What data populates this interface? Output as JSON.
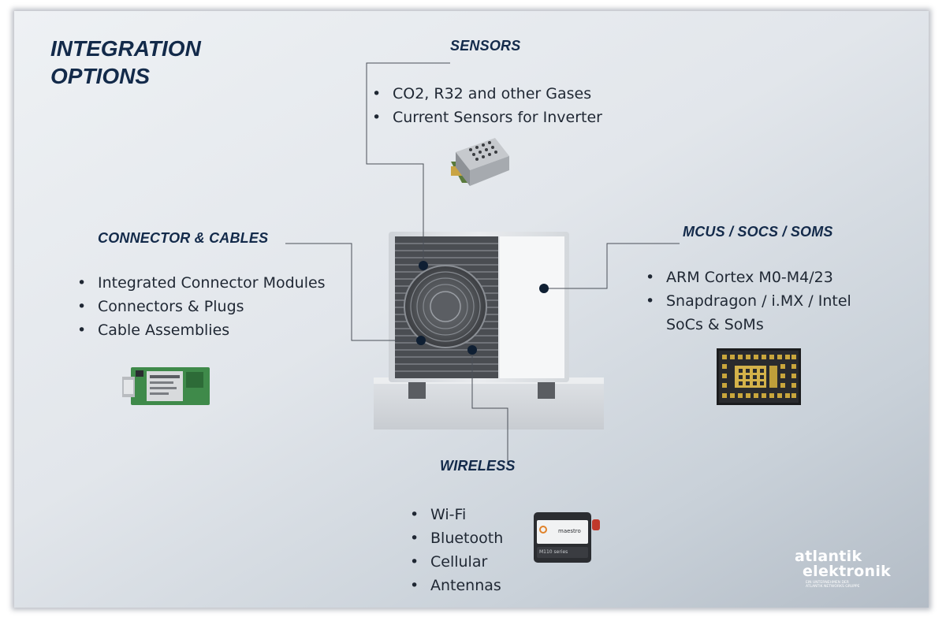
{
  "title": {
    "line1": "INTEGRATION",
    "line2": "OPTIONS"
  },
  "sensors": {
    "heading": "SENSORS",
    "items": [
      "CO2, R32 and other Gases",
      "Current Sensors for Inverter"
    ]
  },
  "connectors": {
    "heading": "CONNECTOR & CABLES",
    "items": [
      "Integrated Connector Modules",
      "Connectors & Plugs",
      "Cable Assemblies"
    ]
  },
  "mcus": {
    "heading": "MCUS / SOCS / SOMS",
    "items": [
      "ARM Cortex M0-M4/23",
      "Snapdragon / i.MX / Intel",
      "SoCs & SoMs"
    ]
  },
  "wireless": {
    "heading": "WIRELESS",
    "items": [
      "Wi-Fi",
      "Bluetooth",
      "Cellular",
      "Antennas"
    ]
  },
  "modem": {
    "brand": "maestro",
    "series": "M110 series"
  },
  "logo": {
    "line1": "atlantik",
    "line2": "elektronik",
    "sub1": "EIN UNTERNEHMEN DER",
    "sub2": "ATLANTIK NETWORKS GRUPPE"
  },
  "colors": {
    "dark_navy": "#132a4a",
    "callout_dot": "#0f1f33",
    "connector_line": "#4a4f58"
  }
}
